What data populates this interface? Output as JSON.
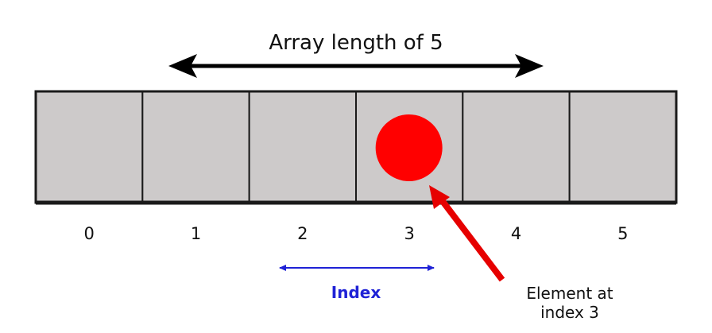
{
  "title": "Array length of 5",
  "cells": [
    {
      "index": "0"
    },
    {
      "index": "1"
    },
    {
      "index": "2"
    },
    {
      "index": "3"
    },
    {
      "index": "4"
    },
    {
      "index": "5"
    }
  ],
  "highlighted_index": 3,
  "index_label": "Index",
  "callout": {
    "line1": "Element at",
    "line2": "index 3"
  },
  "colors": {
    "cell_fill": "#cdcaca",
    "cell_border": "#1a1a1a",
    "element_fill": "#ff0000",
    "callout_arrow": "#e60000",
    "index_arrow": "#1f22d6",
    "title_arrow": "#000000"
  }
}
